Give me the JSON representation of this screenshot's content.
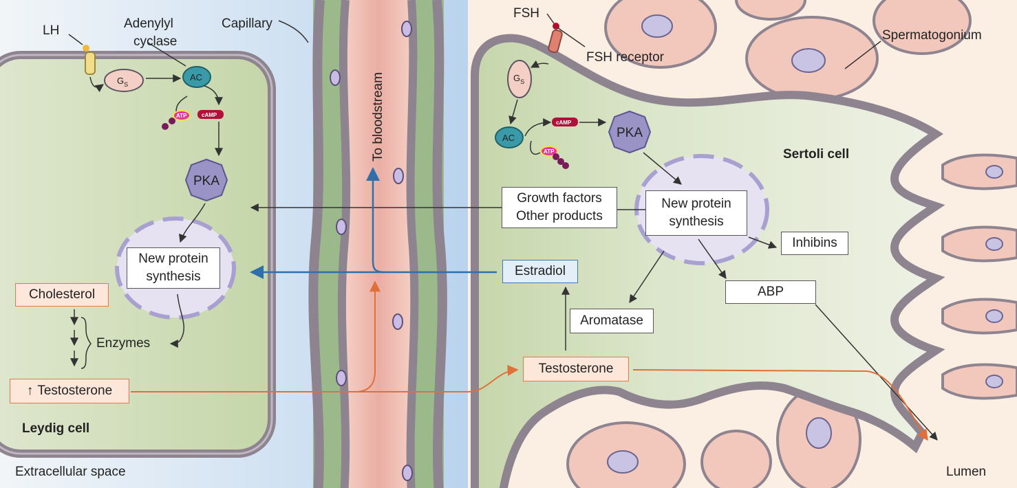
{
  "labels": {
    "lh": "LH",
    "adenylyl": "Adenylyl",
    "cyclase": "cyclase",
    "capillary": "Capillary",
    "fsh": "FSH",
    "fsh_receptor": "FSH receptor",
    "spermatogonium": "Spermatogonium",
    "sertoli_cell": "Sertoli cell",
    "leydig_cell": "Leydig cell",
    "extracellular_space": "Extracellular space",
    "lumen": "Lumen",
    "to_bloodstream": "To bloodstream",
    "enzymes": "Enzymes",
    "gs": "G",
    "gs_sub": "S",
    "ac": "AC",
    "pka": "PKA",
    "atp": "ATP",
    "camp": "cAMP"
  },
  "boxes": {
    "leydig_protein_line1": "New protein",
    "leydig_protein_line2": "synthesis",
    "cholesterol": "Cholesterol",
    "testosterone_leydig": "Testosterone",
    "up_arrow": "↑",
    "growth_factors": "Growth factors",
    "other_products": "Other products",
    "estradiol": "Estradiol",
    "sertoli_protein_line1": "New protein",
    "sertoli_protein_line2": "synthesis",
    "inhibins": "Inhibins",
    "abp": "ABP",
    "aromatase": "Aromatase",
    "testosterone_sertoli": "Testosterone"
  },
  "colors": {
    "cell_green": "#c9d8b0",
    "membrane": "#8e8490",
    "capillary_red": "#eeb6ac",
    "testosterone_orange": "#e0703a",
    "estradiol_blue": "#2f6fae",
    "pka_purple": "#9a93c6",
    "ac_teal": "#3a9aa8"
  }
}
